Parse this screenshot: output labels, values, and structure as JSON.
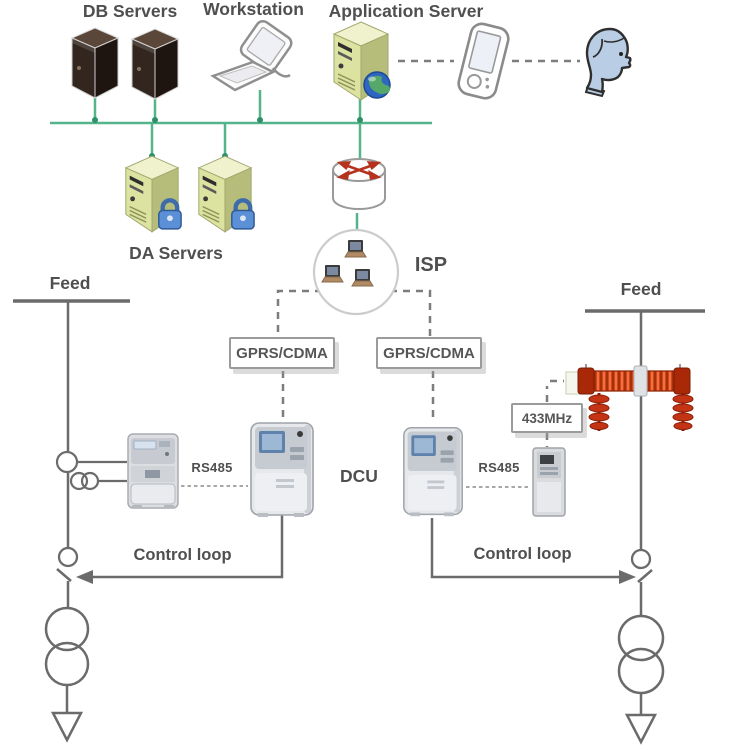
{
  "labels": {
    "db_servers": "DB Servers",
    "workstation": "Workstation",
    "application_server": "Application Server",
    "da_servers": "DA Servers",
    "isp": "ISP",
    "feed_left": "Feed",
    "feed_right": "Feed",
    "gprs_cdma_left": "GPRS/CDMA",
    "gprs_cdma_right": "GPRS/CDMA",
    "rs485_left": "RS485",
    "rs485_right": "RS485",
    "dcu": "DCU",
    "radio_433mhz": "433MHz",
    "control_loop_left": "Control loop",
    "control_loop_right": "Control loop"
  },
  "icons": {
    "db_server": "dark-server-tower-icon",
    "workstation": "desktop-computer-icon",
    "application_server": "green-server-globe-icon",
    "da_server": "green-server-padlock-icon",
    "handheld": "pda-handheld-icon",
    "operator": "person-head-icon",
    "router": "router-cylinder-icon",
    "isp_cloud": "isp-computers-circle-icon",
    "energy_meter": "electricity-meter-icon",
    "dcu_unit": "data-concentrator-icon",
    "rf_module": "rf-repeater-icon",
    "load_switch": "pole-mounted-load-switch-icon",
    "transformer": "transformer-two-circles-symbol",
    "ct_sensor": "current-transformer-symbol",
    "breaker": "breaker-switch-symbol",
    "ground": "down-arrow-terminal-symbol"
  },
  "colors": {
    "network_line": "#54b48b",
    "network_dot": "#2f9068",
    "gray_line": "#6b6b6b",
    "dashed_line": "#7d7d7d",
    "label_text": "#4f4f4f",
    "box_border": "#9b9b9b",
    "red_switch": "#d84418",
    "server_green": "#dce29f",
    "server_dark": "#33261e",
    "padlock_blue": "#5b8fd6",
    "person_blue": "#b9cde4",
    "router_arrow_red": "#b5321e"
  }
}
